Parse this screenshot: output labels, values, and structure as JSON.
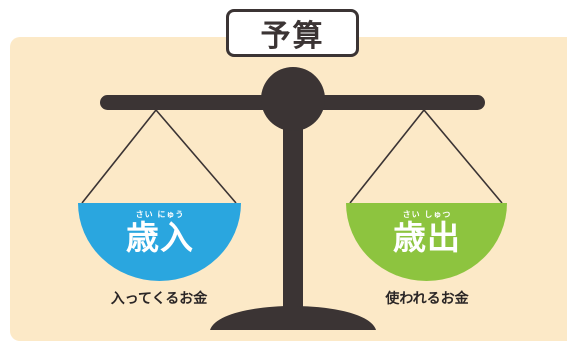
{
  "title": "予算",
  "left_pan": {
    "ruby": "さい にゅう",
    "label": "歳入",
    "caption": "入ってくるお金",
    "color": "#2aa6df"
  },
  "right_pan": {
    "ruby": "さい しゅつ",
    "label": "歳出",
    "caption": "使われるお金",
    "color": "#8dc43f"
  },
  "colors": {
    "background_panel": "#fce9c7",
    "balance": "#3b3434"
  }
}
